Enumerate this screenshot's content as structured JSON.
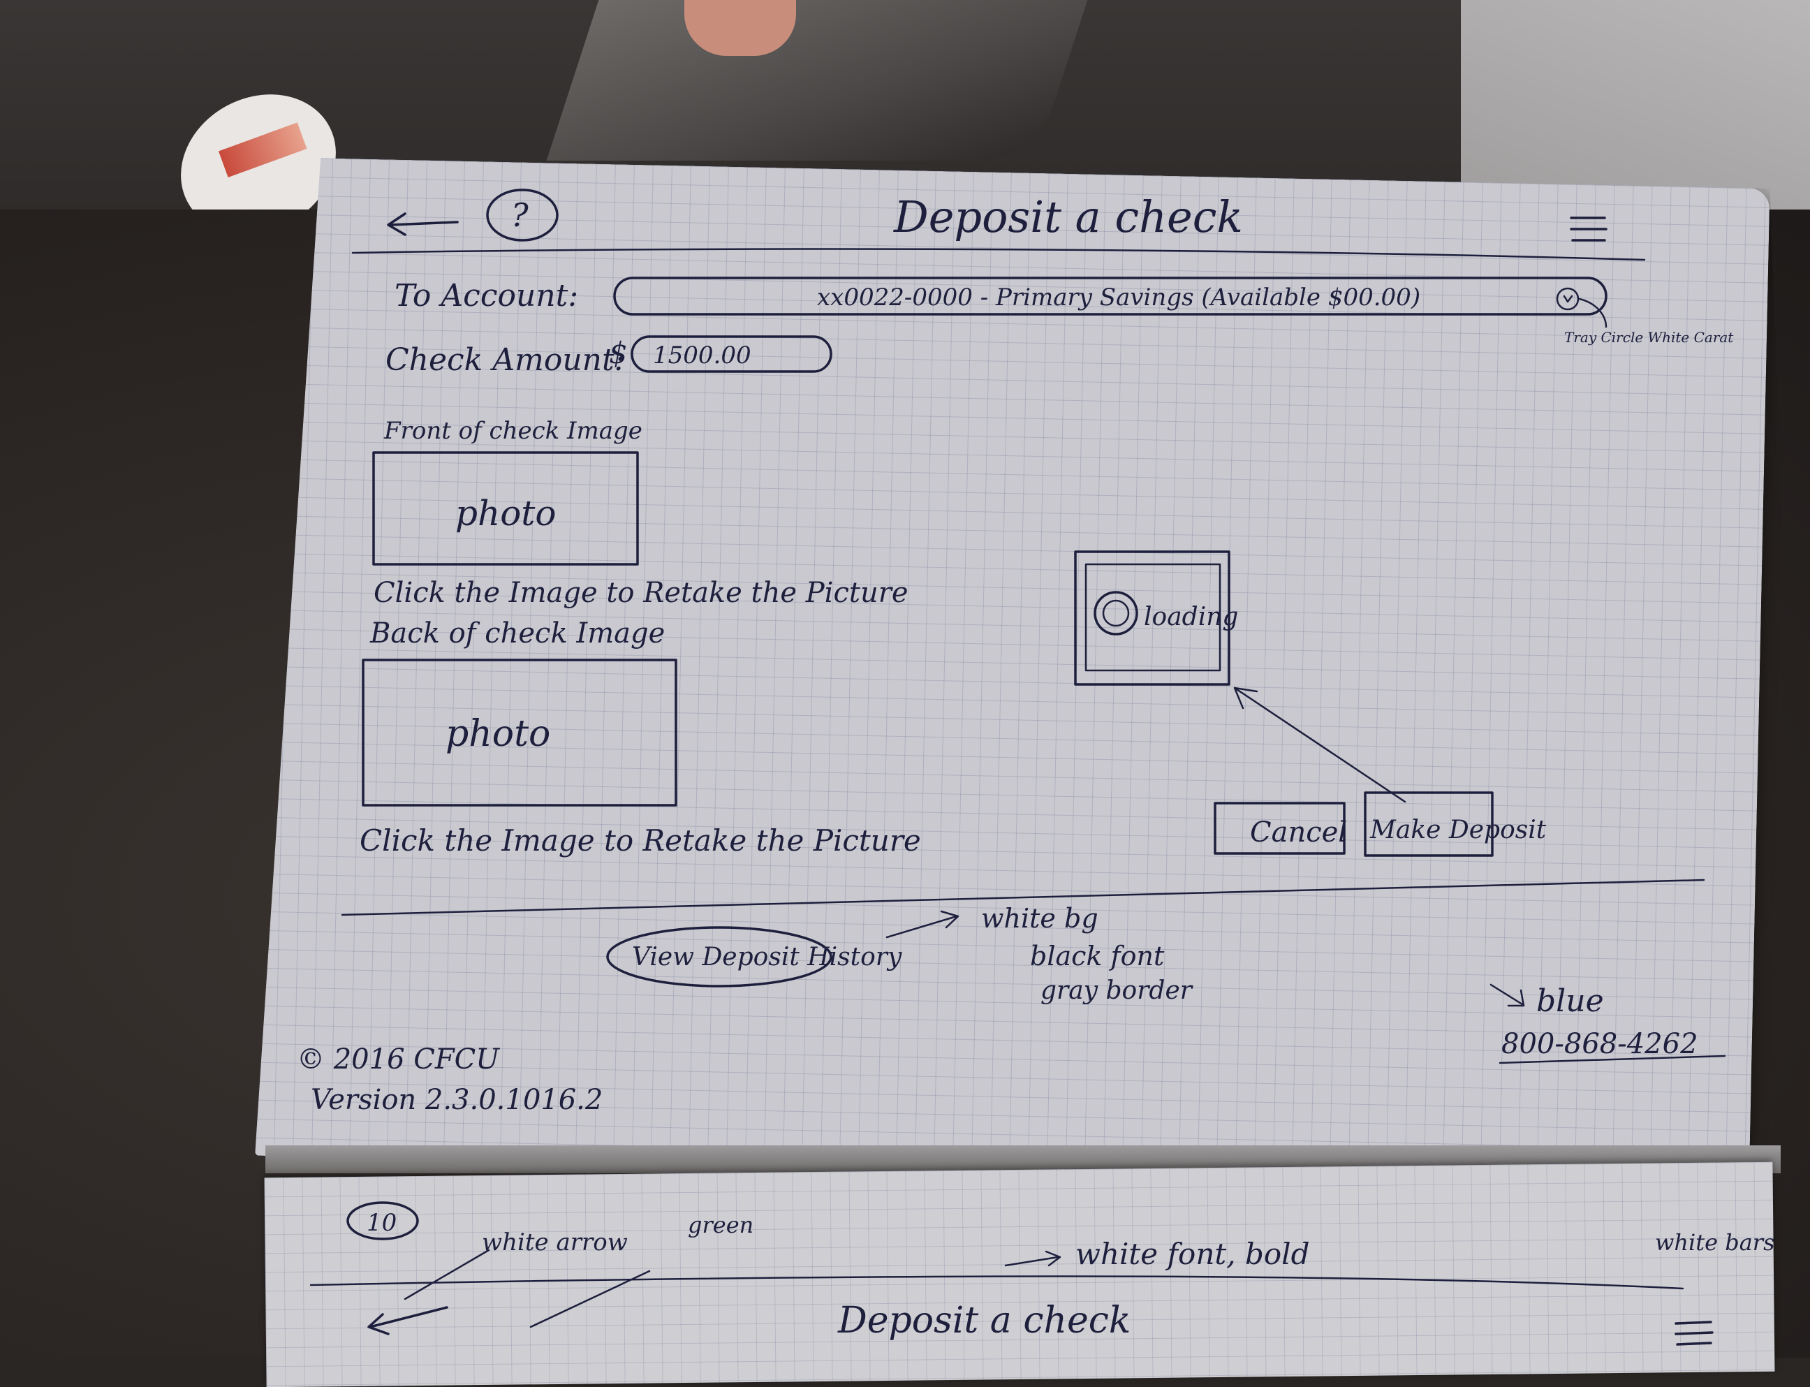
{
  "sketch_upper": {
    "title": "Deposit a check",
    "help_label": "?",
    "to_account": {
      "label": "To Account:",
      "value": "xx0022-0000 - Primary Savings (Available $00.00)",
      "note": "Tray Circle White Carat"
    },
    "check_amount": {
      "label": "Check Amount:",
      "currency_symbol": "$",
      "value": "1500.00"
    },
    "front_image": {
      "label": "Front of check Image",
      "placeholder": "photo",
      "hint": "Click the Image to Retake the Picture"
    },
    "back_image": {
      "label": "Back of check Image",
      "placeholder": "photo",
      "hint": "Click the Image to Retake the Picture"
    },
    "loading": {
      "label": "loading"
    },
    "buttons": {
      "cancel": "Cancel",
      "make_deposit": "Make Deposit"
    },
    "history_button": {
      "label": "View Deposit History",
      "note_lines": [
        "white bg",
        "black font",
        "gray border"
      ]
    },
    "phone": {
      "note": "blue",
      "number": "800-868-4262"
    },
    "footer": {
      "copyright": "© 2016 CFCU",
      "version": "Version 2.3.0.1016.2"
    }
  },
  "sketch_lower": {
    "page_number": "10",
    "notes": {
      "arrow": "white arrow",
      "color": "green",
      "title_font": "white font, bold",
      "menu": "white bars"
    },
    "title": "Deposit a check"
  }
}
